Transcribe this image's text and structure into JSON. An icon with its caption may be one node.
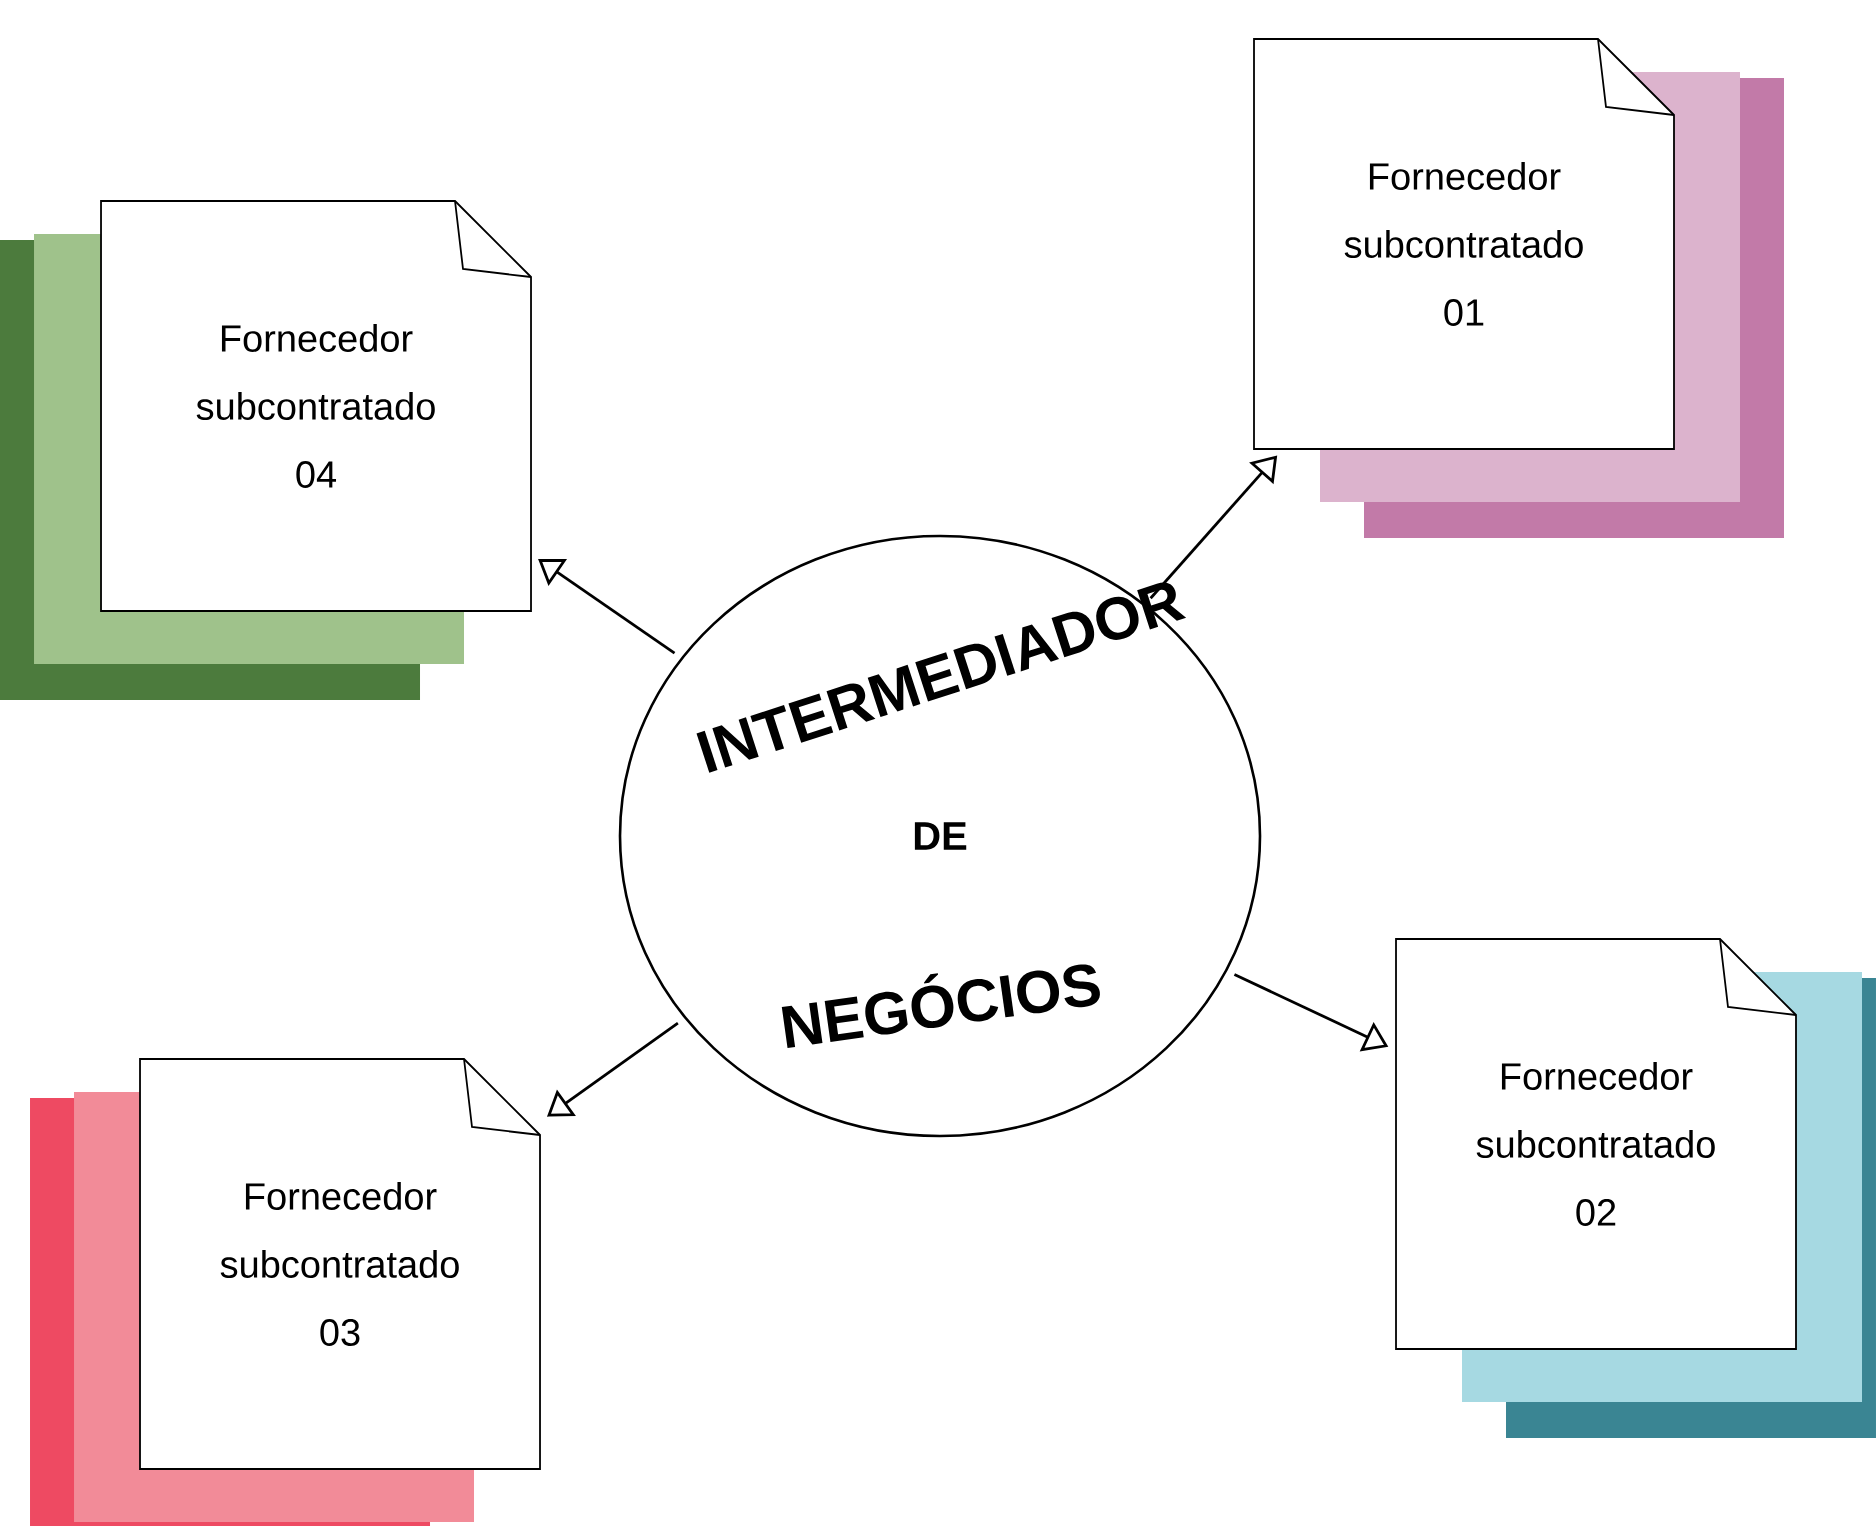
{
  "diagram": {
    "nodes": [
      {
        "text": [
          "INTERMEDIADOR",
          "DE",
          "NEGÓCIOS"
        ]
      },
      {
        "text": [
          "Fornecedor subcontratado 01"
        ]
      },
      {
        "text": [
          "Fornecedor subcontratado 02"
        ]
      },
      {
        "text": [
          "Fornecedor subcontratado 03"
        ]
      },
      {
        "text": [
          "Fornecedor subcontratado 04"
        ]
      }
    ],
    "edges": [
      {
        "from": 0,
        "to": 1,
        "arrow": "to"
      },
      {
        "from": 0,
        "to": 2,
        "arrow": "to"
      },
      {
        "from": 0,
        "to": 3,
        "arrow": "to"
      },
      {
        "from": 0,
        "to": 4,
        "arrow": "to"
      }
    ]
  }
}
